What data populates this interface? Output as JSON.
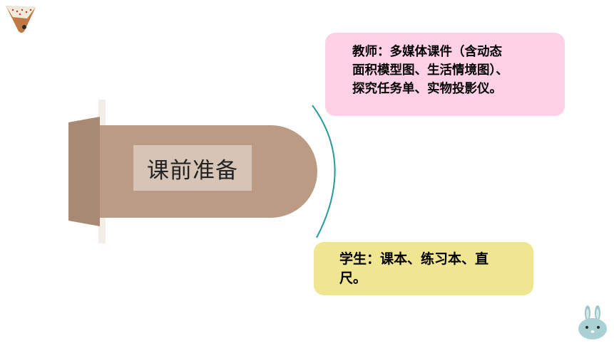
{
  "title": "课前准备",
  "teacher_card": {
    "lines": [
      "教师：多媒体课件（含动态",
      "面积模型图、生活情境图）、",
      "探究任务单、实物投影仪。"
    ]
  },
  "student_card": {
    "lines": [
      "学生：课本、练习本、直",
      "尺。"
    ]
  },
  "colors": {
    "tab": "#bb9b84",
    "tab_side": "#a88a74",
    "title_box": "#d6c5b6",
    "arc": "#2a9a9a",
    "teacher_card": "#ffd0e6",
    "student_card": "#f0e691"
  },
  "decorations": [
    "fox-face-icon",
    "bunny-face-icon"
  ]
}
